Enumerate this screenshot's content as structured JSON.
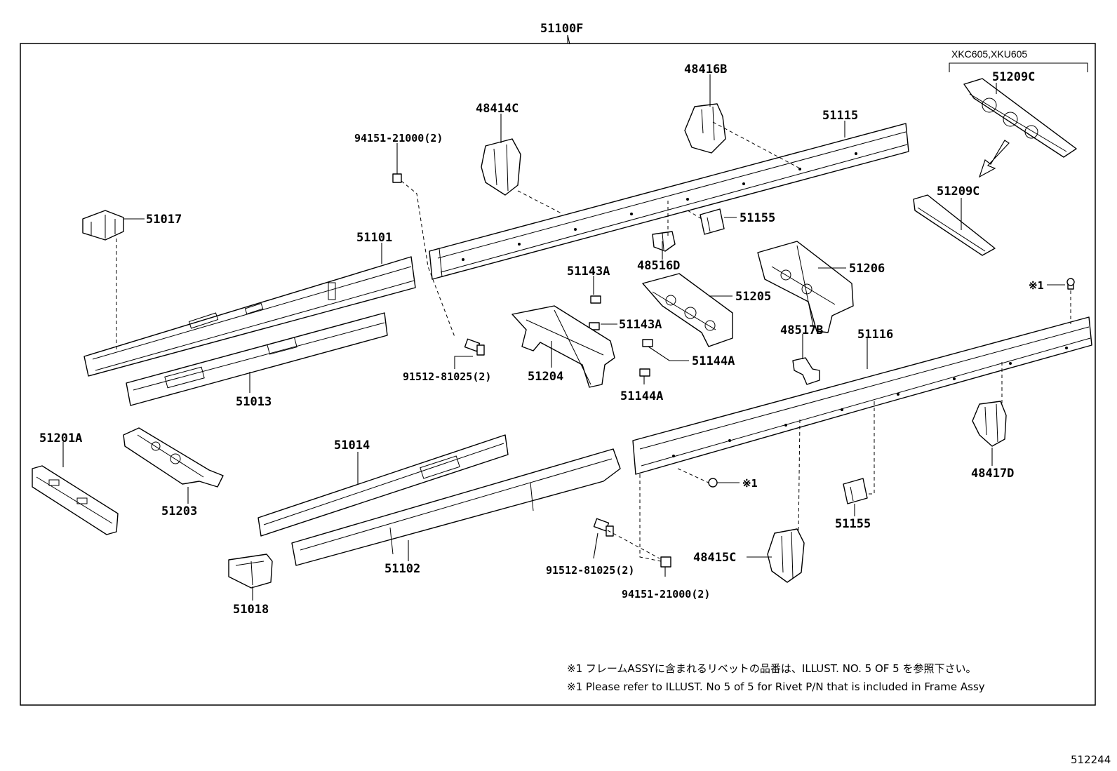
{
  "assembly_label": "51100F",
  "variant_note": "XKC605,XKU605",
  "diagram_number": "512244",
  "footnotes": {
    "jp": "※1 フレームASSYに含まれるリベットの品番は、ILLUST. NO. 5  OF  5  を参照下さい。",
    "en": "※1 Please refer to ILLUST. No 5 of 5 for Rivet P/N that is included in Frame Assy"
  },
  "parts": {
    "p48416B": "48416B",
    "p48414C": "48414C",
    "p51115": "51115",
    "p94151_top": "94151-21000(2)",
    "p51017": "51017",
    "p51101": "51101",
    "p51155_top": "51155",
    "p48516D": "48516D",
    "p51209C_top": "51209C",
    "p51209C_low": "51209C",
    "p51206": "51206",
    "p51143A_1": "51143A",
    "p51205": "51205",
    "p51143A_2": "51143A",
    "p48517B": "48517B",
    "p51116": "51116",
    "p51144A_1": "51144A",
    "p51144A_2": "51144A",
    "p51204": "51204",
    "p91512_top": "91512-81025(2)",
    "p51013": "51013",
    "rivet_top": "※1",
    "p51201A": "51201A",
    "p51014": "51014",
    "p51203": "51203",
    "rivet_low": "※1",
    "p48417D": "48417D",
    "p51155_low": "51155",
    "p48415C": "48415C",
    "p91512_low": "91512-81025(2)",
    "p51102": "51102",
    "p94151_low": "94151-21000(2)",
    "p51018": "51018"
  }
}
